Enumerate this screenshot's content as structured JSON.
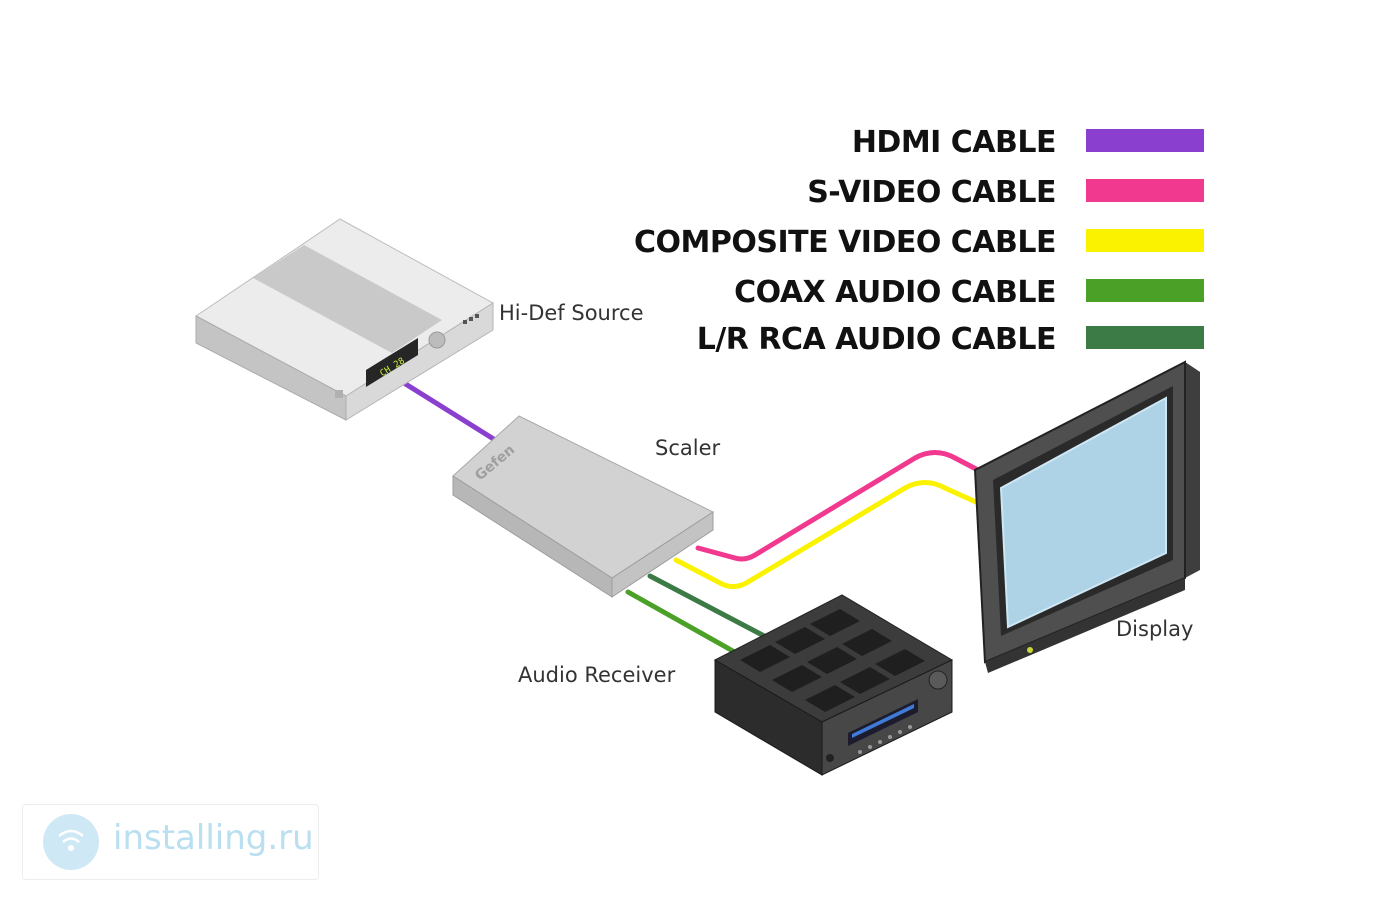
{
  "legend": [
    {
      "label": "HDMI CABLE",
      "color": "#8b3fcf"
    },
    {
      "label": "S-VIDEO CABLE",
      "color": "#f0398f"
    },
    {
      "label": "COMPOSITE VIDEO CABLE",
      "color": "#fbf200"
    },
    {
      "label": "COAX AUDIO CABLE",
      "color": "#4ba127"
    },
    {
      "label": "L/R RCA AUDIO CABLE",
      "color": "#3c7a46"
    }
  ],
  "devices": {
    "source": {
      "label": "Hi-Def Source",
      "display_text": "CH 28"
    },
    "scaler": {
      "label": "Scaler",
      "brand": "Gefen"
    },
    "receiver": {
      "label": "Audio Receiver"
    },
    "display": {
      "label": "Display"
    }
  },
  "watermark": {
    "text": "installing.ru",
    "icon": "wifi-globe-logo"
  }
}
